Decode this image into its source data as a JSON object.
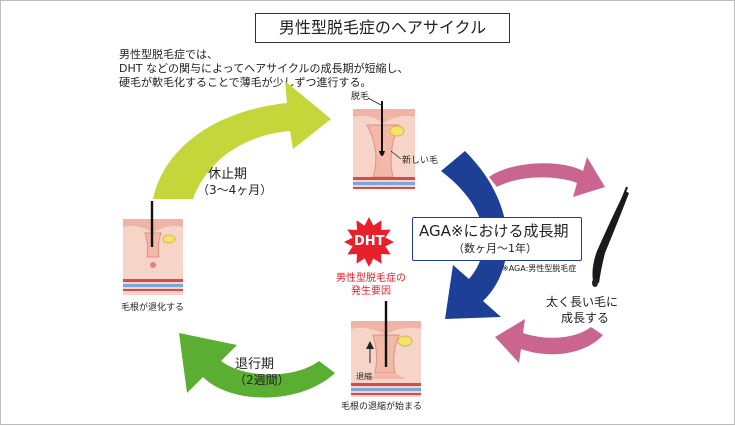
{
  "title": "男性型脱毛症のヘアサイクル",
  "intro": [
    "男性型脱毛症では、",
    "DHT などの関与によってヘアサイクルの成長期が短縮し、",
    "硬毛が軟毛化することで薄毛が少しずつ進行する。"
  ],
  "stages": {
    "growth": {
      "name": "AGA※における成長期",
      "duration": "（数ヶ月〜1年）",
      "note": "※AGA:男性型脱毛症"
    },
    "catagen": {
      "name": "退行期",
      "duration": "（2週間）"
    },
    "telogen": {
      "name": "休止期",
      "duration": "（3〜4ヶ月）"
    }
  },
  "labels": {
    "shedding_hair": "脱毛",
    "new_hair": "新しい毛",
    "long_hair": [
      "太く長い毛に",
      "成長する"
    ],
    "root_retreats": "毛根が退化する",
    "root_shrink_begins": "毛根の退縮が始まる",
    "shrink": "退縮"
  },
  "dht": {
    "badge": "DHT",
    "cause": [
      "男性型脱毛症の",
      "発生要因"
    ]
  },
  "colors": {
    "telogen_arrow": "#c5d63a",
    "growth_arrow": "#1e3f96",
    "catagen_arrow": "#5aae32",
    "pink_arrow": "#c9658f",
    "dht_red": "#e8202a"
  }
}
